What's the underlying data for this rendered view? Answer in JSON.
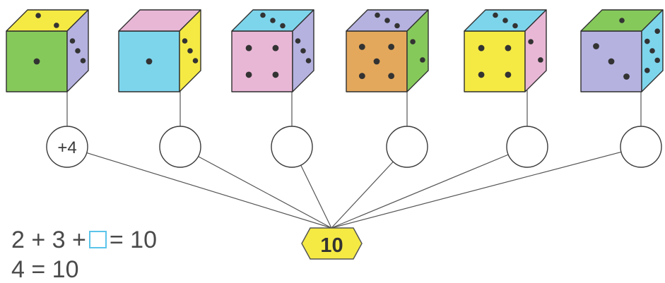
{
  "colors": {
    "green": "#86c95b",
    "blue": "#7dd5ec",
    "yellow": "#f5ea43",
    "purple": "#b5b2e0",
    "pink": "#e9b7d6",
    "orange": "#e4a85c",
    "pip": "#333333",
    "line": "#555555",
    "hex_fill": "#f5ea43",
    "answer_box": "#5bc4ea"
  },
  "dice": [
    {
      "front": {
        "color": "green",
        "pips": 1
      },
      "top": {
        "color": "yellow",
        "pips": 2
      },
      "right": {
        "color": "purple",
        "pips": 3
      }
    },
    {
      "front": {
        "color": "blue",
        "pips": 1
      },
      "top": {
        "color": "pink",
        "pips": 0
      },
      "right": {
        "color": "yellow",
        "pips": 3
      }
    },
    {
      "front": {
        "color": "pink",
        "pips": 4
      },
      "top": {
        "color": "blue",
        "pips": 3
      },
      "right": {
        "color": "purple",
        "pips": 3
      }
    },
    {
      "front": {
        "color": "orange",
        "pips": 5
      },
      "top": {
        "color": "purple",
        "pips": 3
      },
      "right": {
        "color": "green",
        "pips": 2
      }
    },
    {
      "front": {
        "color": "yellow",
        "pips": 4
      },
      "top": {
        "color": "blue",
        "pips": 3
      },
      "right": {
        "color": "pink",
        "pips": 2
      }
    },
    {
      "front": {
        "color": "purple",
        "pips": 3
      },
      "top": {
        "color": "green",
        "pips": 1
      },
      "right": {
        "color": "blue",
        "pips": 5
      }
    }
  ],
  "circles": [
    "+4",
    "",
    "",
    "",
    "",
    ""
  ],
  "target": "10",
  "equations": {
    "line1": {
      "part1": "2 + 3 +",
      "part2": "= 10"
    },
    "line2": "4 = 10"
  }
}
